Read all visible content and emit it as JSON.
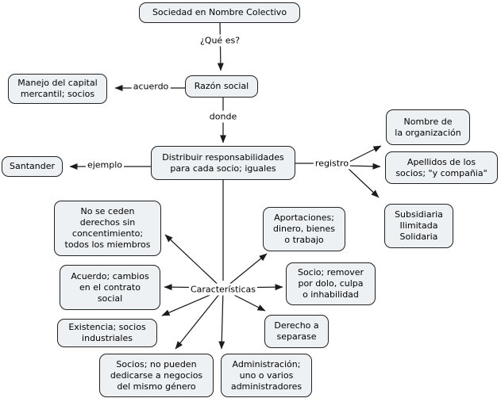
{
  "colors": {
    "canvas_bg": "#ffffff",
    "node_fill": "#edf1f4",
    "node_border": "#222222",
    "line_color": "#1c1c1c",
    "text_color": "#000000"
  },
  "nodes": {
    "sociedad": {
      "label": "Sociedad en Nombre Colectivo"
    },
    "razon_social": {
      "label": "Razón social"
    },
    "manejo_capital": {
      "label": "Manejo del capital\nmercantil; socios"
    },
    "distribuir": {
      "label": "Distribuir responsabilidades\npara cada socio; iguales"
    },
    "santander": {
      "label": "Santander"
    },
    "nombre_org": {
      "label": "Nombre de\nla organización"
    },
    "apellidos": {
      "label": "Apellidos de los\nsocios; \"y compañia\""
    },
    "subsidiaria": {
      "label": "Subsidiaria\nIlimitada\nSolidaria"
    },
    "no_se_ceden": {
      "label": "No se ceden\nderechos sin\nconcentimiento;\ntodos los miembros"
    },
    "aportaciones": {
      "label": "Aportaciones;\ndinero, bienes\no trabajo"
    },
    "acuerdo_cambios": {
      "label": "Acuerdo; cambios\nen el contrato\nsocial"
    },
    "socio_remover": {
      "label": "Socio; remover\npor dolo, culpa\no inhabilidad"
    },
    "existencia": {
      "label": "Existencia; socios\nindustriales"
    },
    "derecho_separarse": {
      "label": "Derecho a\nseparase"
    },
    "socios_negocios": {
      "label": "Socios; no pueden\ndedicarse a negocios\ndel mismo género"
    },
    "administracion": {
      "label": "Administración;\nuno o varios\nadministradores"
    }
  },
  "link_labels": {
    "que_es": "¿Qué es?",
    "acuerdo": "acuerdo",
    "donde": "donde",
    "ejemplo": "ejemplo",
    "registro": "registro",
    "caracteristicas": "Características"
  }
}
